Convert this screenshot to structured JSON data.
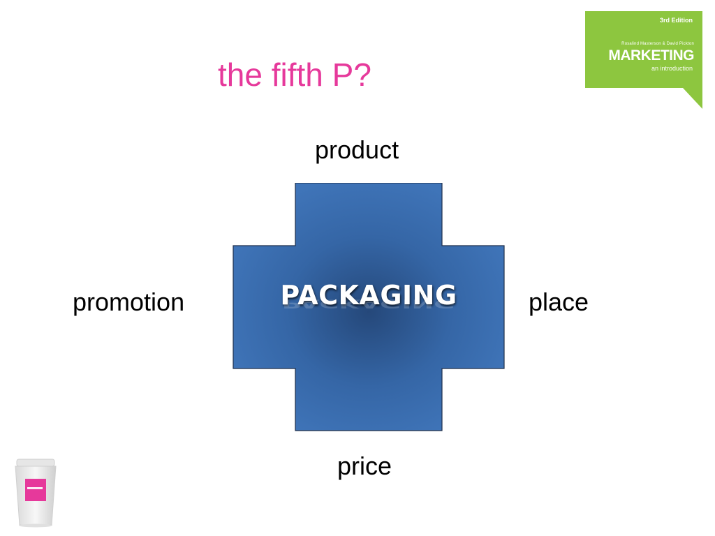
{
  "slide": {
    "title": "the fifth P?",
    "center_label": "PACKAGING",
    "labels": {
      "top": "product",
      "left": "promotion",
      "right": "place",
      "bottom": "price"
    }
  },
  "book_badge": {
    "edition": "3rd Edition",
    "authors": "Rosalind Masterson & David Pickton",
    "title": "MARKETING",
    "subtitle": "an introduction"
  },
  "colors": {
    "title_pink": "#e6399b",
    "badge_green": "#8dc63f",
    "cross_blue": "#3b6fb0",
    "cross_dark": "#25487a"
  },
  "icons": {
    "cup": "coffee-cup-illustration"
  }
}
